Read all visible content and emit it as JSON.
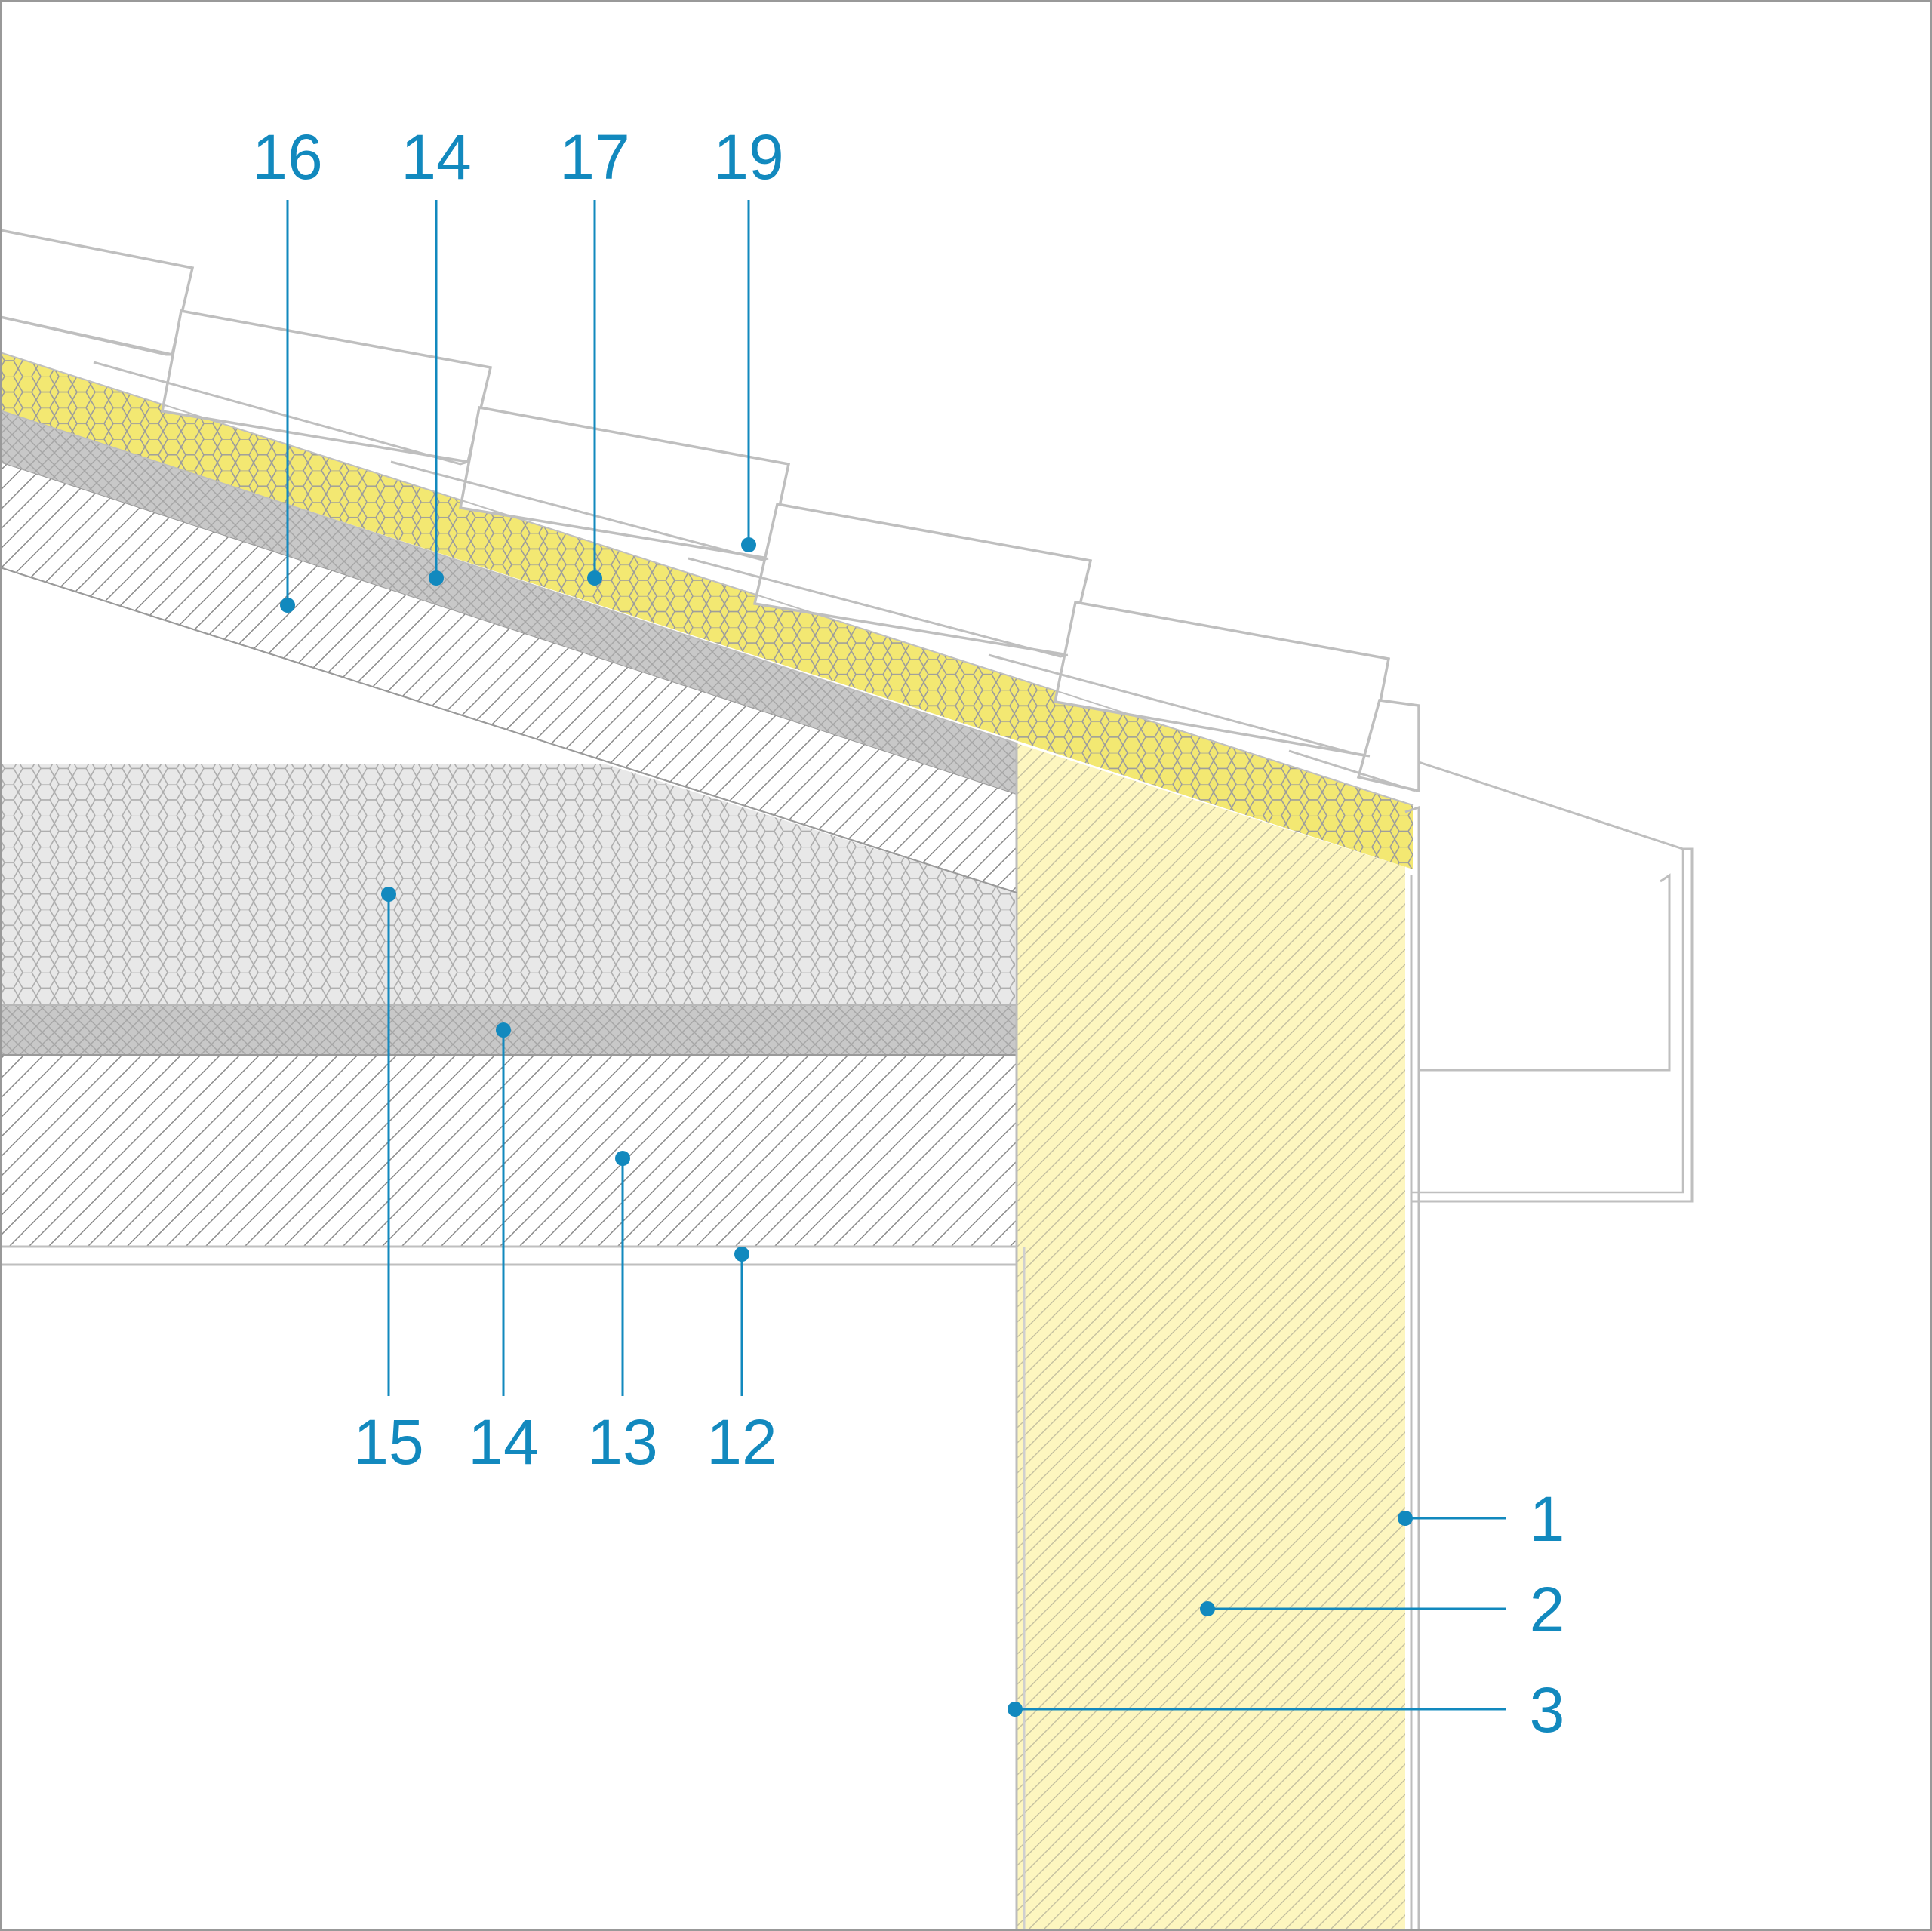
{
  "colors": {
    "accent": "#1289be",
    "outline": "#bfbfbf",
    "tile_fill": "#ffffff",
    "yellow_insulation": "#f3e872",
    "yellow_wall": "#fdf6bf",
    "grey_layer": "#c8c8c8",
    "grey_insulation": "#e8e8e8",
    "background": "#ffffff"
  },
  "callouts": {
    "top": [
      "16",
      "14",
      "17",
      "19"
    ],
    "bottom": [
      "15",
      "14",
      "13",
      "12"
    ],
    "right": [
      "1",
      "2",
      "3"
    ]
  }
}
